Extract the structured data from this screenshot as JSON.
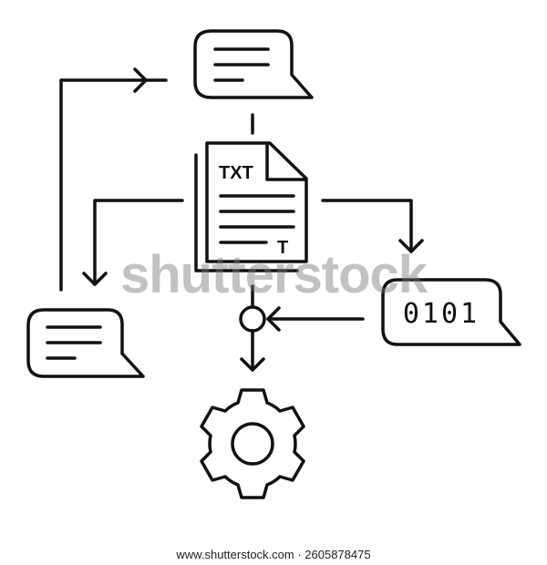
{
  "document": {
    "type_label": "TXT",
    "corner_letter": "T"
  },
  "binary_bubble": {
    "text": "0101"
  },
  "watermark": {
    "text": "shutterstock"
  },
  "footer": {
    "text": "www.shutterstock.com · 2605878475"
  }
}
